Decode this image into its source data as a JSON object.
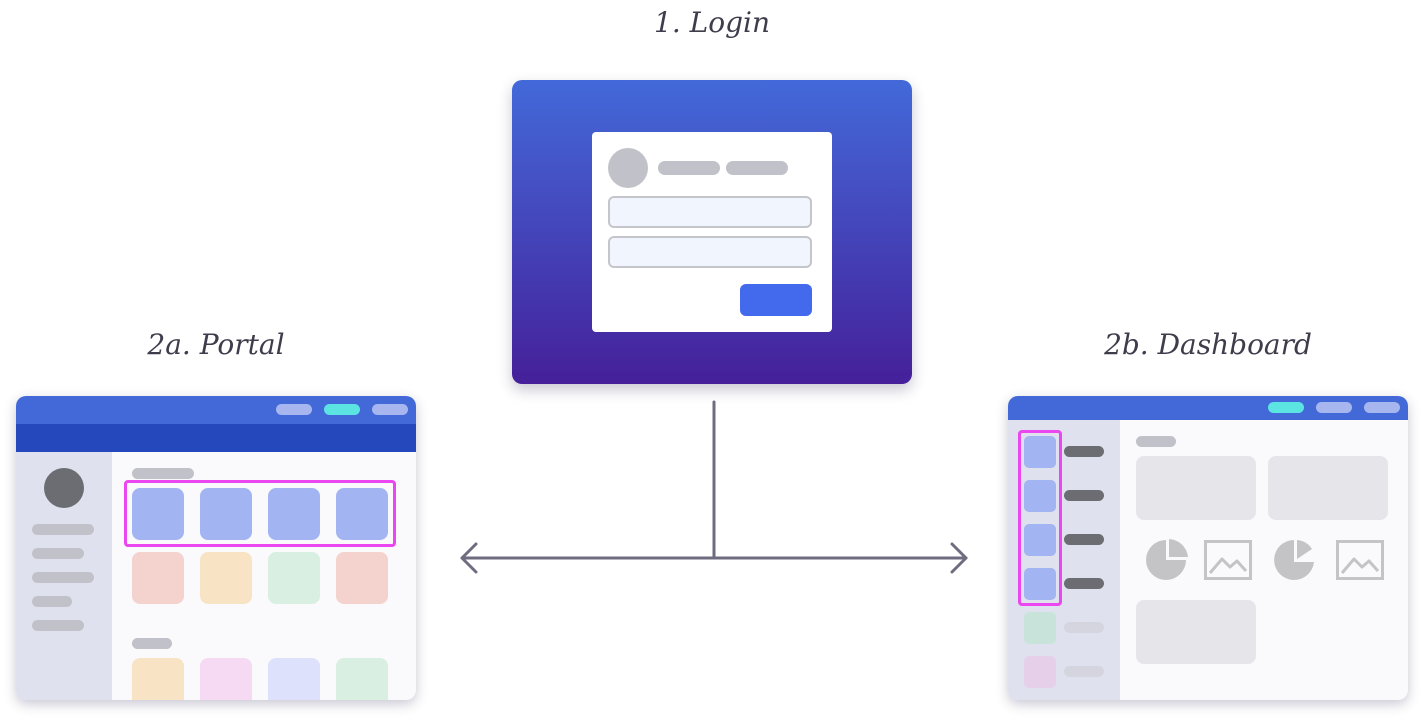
{
  "titles": {
    "login": "1. Login",
    "portal": "2a. Portal",
    "dashboard": "2b. Dashboard"
  },
  "colors": {
    "brand_blue": "#4369d9",
    "brand_purple": "#45209a",
    "accent_cyan": "#5ce4e2",
    "highlight_magenta": "#ea47f0",
    "connector": "#6f6c80"
  },
  "icons": {
    "pie_chart": "pie-chart-icon",
    "image_placeholder": "image-icon",
    "avatar": "avatar-icon"
  }
}
